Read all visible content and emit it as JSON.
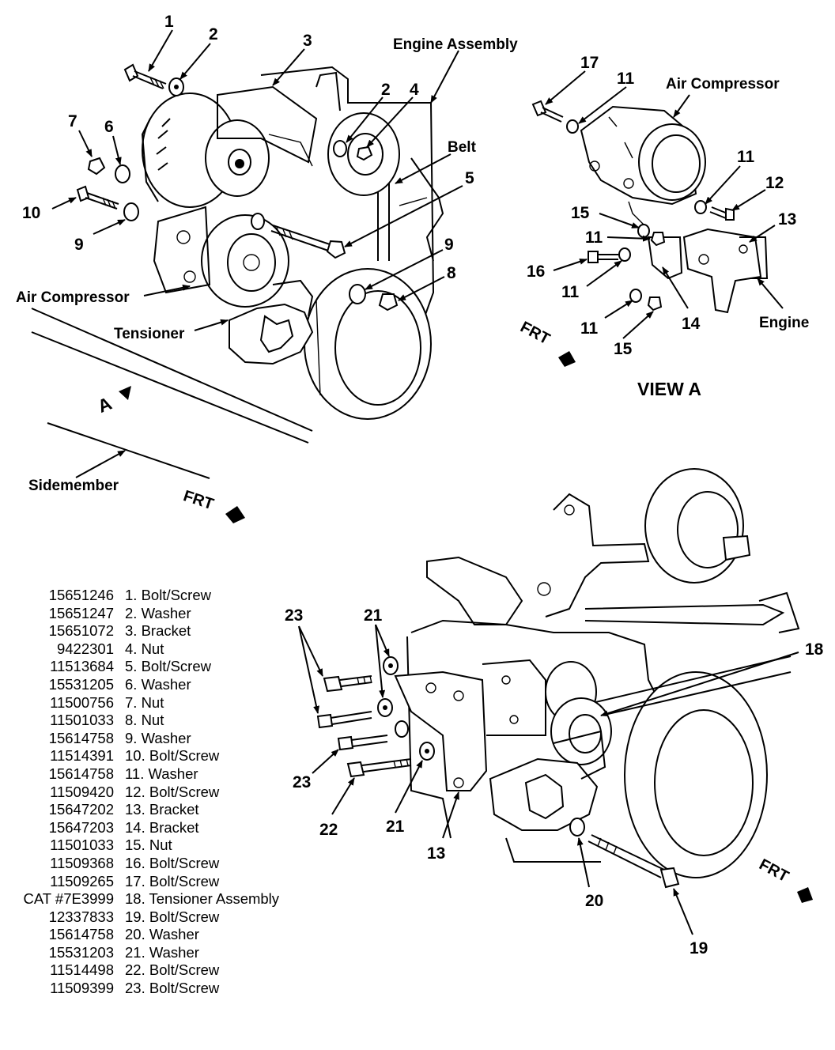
{
  "labels": {
    "engine_assembly": "Engine Assembly",
    "belt": "Belt",
    "air_compressor_main": "Air Compressor",
    "tensioner": "Tensioner",
    "sidemember": "Sidemember",
    "air_compressor_view": "Air Compressor",
    "engine_view": "Engine",
    "view_a": "VIEW A",
    "frt": "FRT",
    "view_arrow_letter": "A"
  },
  "callouts": {
    "c1": "1",
    "c2": "2",
    "c3": "3",
    "c2b": "2",
    "c4": "4",
    "c5": "5",
    "c6": "6",
    "c7": "7",
    "c8": "8",
    "c9": "9",
    "c9b": "9",
    "c10": "10",
    "v17": "17",
    "v11a": "11",
    "v11b": "11",
    "v12": "12",
    "v15a": "15",
    "v11c": "11",
    "v13": "13",
    "v16": "16",
    "v11d": "11",
    "v14": "14",
    "v11e": "11",
    "v15b": "15",
    "b23a": "23",
    "b21a": "21",
    "b18": "18",
    "b23b": "23",
    "b22": "22",
    "b21b": "21",
    "b13": "13",
    "b20": "20",
    "b19": "19"
  },
  "parts": [
    {
      "no": "15651246",
      "desc": "1.  Bolt/Screw"
    },
    {
      "no": "15651247",
      "desc": "2.  Washer"
    },
    {
      "no": "15651072",
      "desc": "3.  Bracket"
    },
    {
      "no": "9422301",
      "desc": "4.  Nut"
    },
    {
      "no": "11513684",
      "desc": "5.  Bolt/Screw"
    },
    {
      "no": "15531205",
      "desc": "6.  Washer"
    },
    {
      "no": "11500756",
      "desc": "7.  Nut"
    },
    {
      "no": "11501033",
      "desc": "8.  Nut"
    },
    {
      "no": "15614758",
      "desc": "9.  Washer"
    },
    {
      "no": "11514391",
      "desc": "10.  Bolt/Screw"
    },
    {
      "no": "15614758",
      "desc": "11.  Washer"
    },
    {
      "no": "11509420",
      "desc": "12.  Bolt/Screw"
    },
    {
      "no": "15647202",
      "desc": "13.  Bracket"
    },
    {
      "no": "15647203",
      "desc": "14.  Bracket"
    },
    {
      "no": "11501033",
      "desc": "15.  Nut"
    },
    {
      "no": "11509368",
      "desc": "16.  Bolt/Screw"
    },
    {
      "no": "11509265",
      "desc": "17.  Bolt/Screw"
    },
    {
      "no": "CAT #7E3999",
      "desc": "18.  Tensioner Assembly"
    },
    {
      "no": "12337833",
      "desc": "19.  Bolt/Screw"
    },
    {
      "no": "15614758",
      "desc": "20.  Washer"
    },
    {
      "no": "15531203",
      "desc": "21.  Washer"
    },
    {
      "no": "11514498",
      "desc": "22.  Bolt/Screw"
    },
    {
      "no": "11509399",
      "desc": "23.  Bolt/Screw"
    }
  ]
}
